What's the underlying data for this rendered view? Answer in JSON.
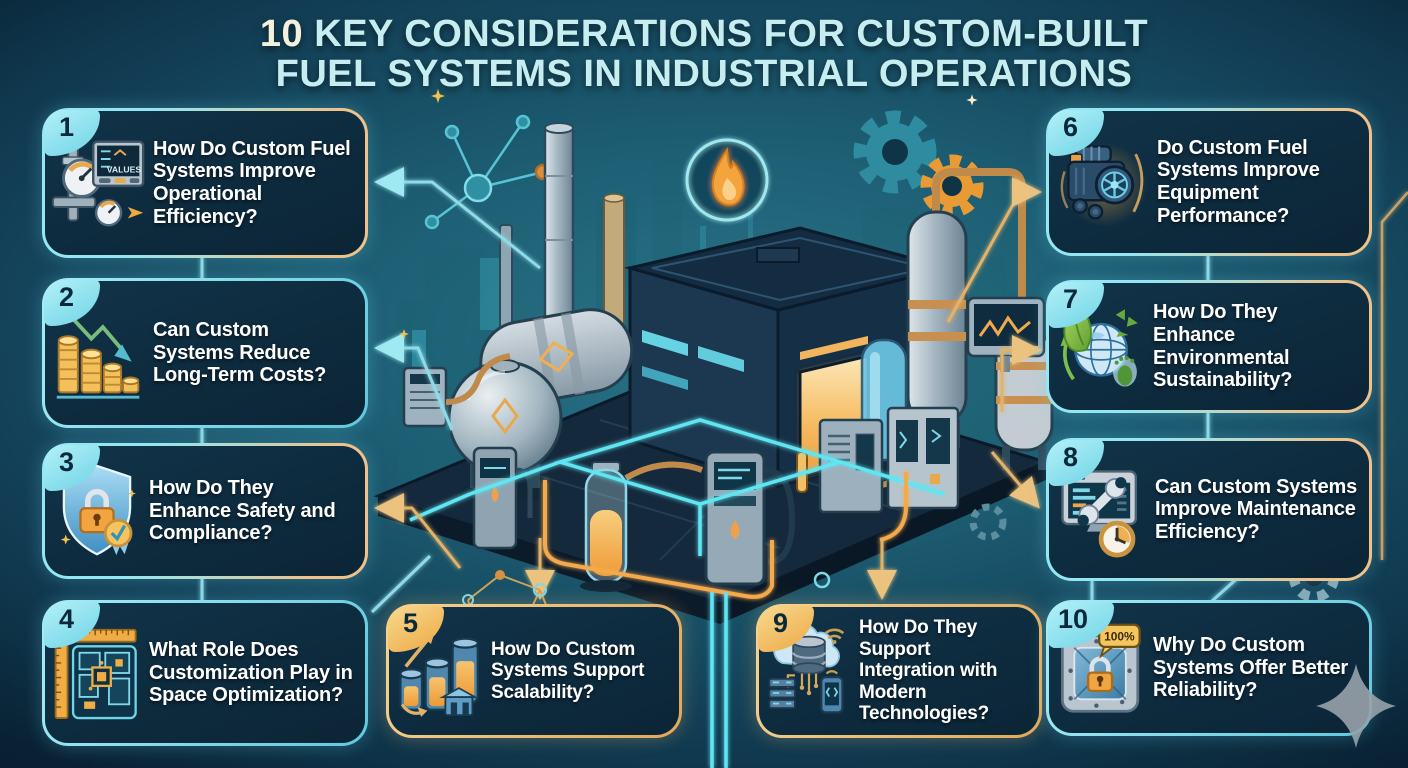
{
  "title": {
    "number_prefix": "10",
    "line1_rest": " KEY CONSIDERATIONS FOR CUSTOM-BUILT",
    "line2": "FUEL SYSTEMS IN INDUSTRIAL OPERATIONS"
  },
  "colors": {
    "background_dark": "#0A2538",
    "background_center": "#2A7489",
    "accent_cyan": "#8DE2EF",
    "accent_orange": "#EFB967",
    "card_fill": "#0D2C3F",
    "title_text": "#C6EEF0",
    "question_text": "#FFFFFF"
  },
  "icon_labels": {
    "monitor_text": "VALUES",
    "reliability_badge": "100%"
  },
  "boxes": [
    {
      "number": "1",
      "question": "How Do Custom Fuel Systems Improve Operational Efficiency?",
      "icon": "pressure-gauge-monitor-icon",
      "accent": "cyan-orange",
      "tab": "cyan"
    },
    {
      "number": "2",
      "question": "Can Custom Systems Reduce Long-Term Costs?",
      "icon": "declining-coins-icon",
      "accent": "cyan",
      "tab": "cyan"
    },
    {
      "number": "3",
      "question": "How Do They Enhance Safety and Compliance?",
      "icon": "shield-lock-badge-icon",
      "accent": "cyan-orange",
      "tab": "cyan"
    },
    {
      "number": "4",
      "question": "What Role Does Customization Play in Space Optimization?",
      "icon": "blueprint-rulers-icon",
      "accent": "cyan",
      "tab": "cyan"
    },
    {
      "number": "5",
      "question": "How Do Custom Systems Support Scalability?",
      "icon": "growing-tanks-icon",
      "accent": "orange",
      "tab": "orange"
    },
    {
      "number": "6",
      "question": "Do Custom Fuel Systems Improve Equipment Performance?",
      "icon": "engine-icon",
      "accent": "cyan-orange",
      "tab": "cyan"
    },
    {
      "number": "7",
      "question": "How Do They Enhance Environmental Sustainability?",
      "icon": "eco-globe-icon",
      "accent": "cyan-orange",
      "tab": "cyan"
    },
    {
      "number": "8",
      "question": "Can Custom Systems Improve Maintenance Efficiency?",
      "icon": "monitor-wrench-clock-icon",
      "accent": "cyan-orange",
      "tab": "cyan"
    },
    {
      "number": "9",
      "question": "How Do They Support Integration with Modern Technologies?",
      "icon": "cloud-server-phone-icon",
      "accent": "orange",
      "tab": "orange"
    },
    {
      "number": "10",
      "question": "Why Do Custom Systems Offer Better Reliability?",
      "icon": "vault-lock-icon",
      "accent": "cyan",
      "tab": "cyan"
    }
  ],
  "center_scene_icons": [
    "flame-badge-icon",
    "teal-gear-icon",
    "orange-gear-icon",
    "molecule-network-icon",
    "circuit-trace-lines",
    "sparkle-watermark-icon"
  ]
}
